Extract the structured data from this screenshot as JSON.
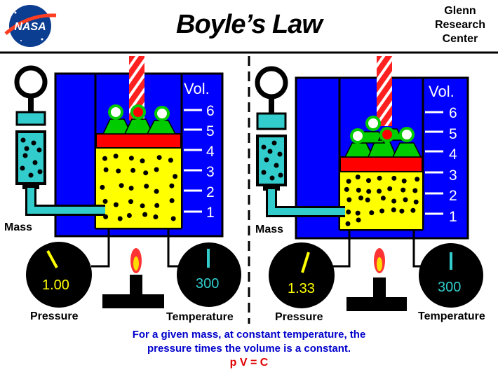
{
  "header": {
    "logo_text": "NASA",
    "title": "Boyle’s  Law",
    "org_line1": "Glenn",
    "org_line2": "Research",
    "org_line3": "Center"
  },
  "left_panel": {
    "vol_label": "Vol.",
    "scale": [
      "6",
      "5",
      "4",
      "3",
      "2",
      "1"
    ],
    "mass_label": "Mass",
    "pressure_value": "1.00",
    "pressure_label": "Pressure",
    "temperature_value": "300",
    "temperature_label": "Temperature"
  },
  "right_panel": {
    "vol_label": "Vol.",
    "scale": [
      "6",
      "5",
      "4",
      "3",
      "2",
      "1"
    ],
    "mass_label": "Mass",
    "pressure_value": "1.33",
    "pressure_label": "Pressure",
    "temperature_value": "300",
    "temperature_label": "Temperature"
  },
  "caption": {
    "line1": "For a given mass, at constant temperature, the",
    "line2": "pressure times  the volume is  a constant.",
    "equation": "p V  = C"
  },
  "colors": {
    "water": "#0000ff",
    "gas": "#ffff00",
    "piston": "#ff0000",
    "weight": "#00cc00",
    "gauge_fluid": "#33cccc",
    "gauge_face": "#000000",
    "gauge_text": "#ffff00",
    "caption": "#0000cc",
    "equation": "#e00000"
  }
}
